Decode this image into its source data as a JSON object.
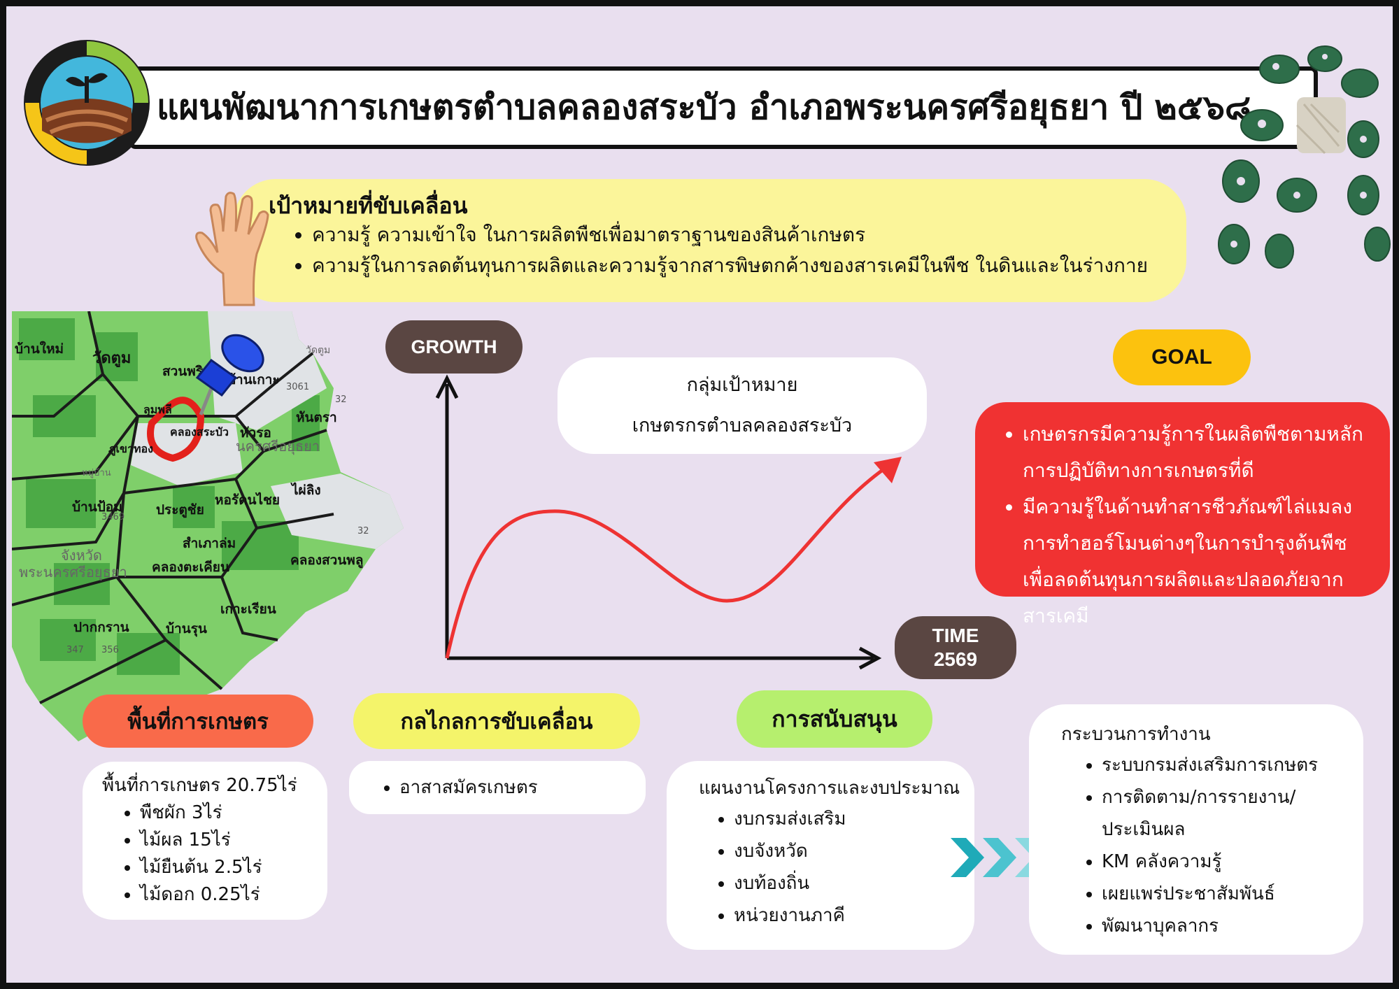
{
  "title": "แผนพัฒนาการเกษตรตำบลคลองสระบัว อำเภอพระนครศรีอยุธยา  ปี ๒๕๖๘",
  "goal_box": {
    "heading": "เป้าหมายที่ขับเคลื่อน",
    "items": [
      "ความรู้ ความเข้าใจ ในการผลิตพืชเพื่อมาตราฐานของสินค้าเกษตร",
      "ความรู้ในการลดต้นทุนการผลิตและความรู้จากสารพิษตกค้างของสารเคมีในพืช ในดินและในร่างกาย"
    ]
  },
  "map": {
    "labels": [
      "บ้านใหม่",
      "วัดตูม",
      "สวนพริก",
      "บ้านเกาะ",
      "ลุมพลี",
      "คลองสระบัว",
      "หัวรอ",
      "หันตรา",
      "ภูเขาทอง",
      "ไผ่ลิง",
      "บ้านป้อม",
      "ประตูชัย",
      "หอรัตนไชย",
      "สำเภาล่ม",
      "คลองตะเคียน",
      "คลองสวนพลู",
      "เกาะเรียน",
      "ปากกราน",
      "บ้านรุน"
    ],
    "background_text": [
      "วัดตูม",
      "หมู่บ้าน",
      "นครศรีอยุธยา",
      "จังหวัด",
      "พระนครศรีอยุธยา"
    ],
    "road_numbers": [
      "3061",
      "32",
      "3469",
      "32",
      "347",
      "356"
    ]
  },
  "chart": {
    "y_label": "GROWTH",
    "x_label_line1": "TIME",
    "x_label_line2": "2569",
    "goal_label": "GOAL"
  },
  "target_group": {
    "line1": "กลุ่มเป้าหมาย",
    "line2": "เกษตรกรตำบลคลองสระบัว"
  },
  "goal_card": {
    "items": [
      "เกษตรกรมีความรู้การในผลิตพืชตามหลักการปฏิบัติทางการเกษตรที่ดี",
      "มีความรู้ในด้านทำสารชีวภัณฑ์ไล่แมลง การทำฮอร์โมนต่างๆในการบำรุงต้นพืช เพื่อลดต้นทุนการผลิตและปลอดภัยจากสารเคมี"
    ]
  },
  "agri_area": {
    "label": "พื้นที่การเกษตร",
    "total": "พื้นที่การเกษตร 20.75ไร่",
    "items": [
      "พืชผัก 3ไร่",
      "ไม้ผล 15ไร่",
      "ไม้ยืนต้น 2.5ไร่",
      "ไม้ดอก 0.25ไร่"
    ]
  },
  "mechanism": {
    "label": "กลไกลการขับเคลื่อน",
    "items": [
      "อาสาสมัครเกษตร"
    ]
  },
  "support": {
    "label": "การสนับสนุน",
    "heading": "แผนงานโครงการและงบประมาณ",
    "items": [
      "งบกรมส่งเสริม",
      "งบจังหวัด",
      "งบท้องถิ่น",
      "หน่วยงานภาคี"
    ]
  },
  "process": {
    "heading": "กระบวนการทำงาน",
    "items": [
      "ระบบกรมส่งเสริมการเกษตร",
      "การติดตาม/การรายงาน/ประเมินผล",
      "KM คลังความรู้",
      "เผยแพร่ประชาสัมพันธ์",
      "พัฒนาบุคลากร"
    ]
  },
  "colors": {
    "background": "#e9dfef",
    "yellow_box": "#fbf59a",
    "goal_red": "#f03232",
    "goal_pill": "#fcc20e",
    "dark_pill": "#5a4642",
    "agri_pill": "#f96a4a",
    "mechanism_pill": "#f4f46a",
    "support_pill": "#b6ef6e",
    "curve": "#ee3333",
    "chevron": "#2fb6c2"
  },
  "icons": [
    "farm-logo-icon",
    "hand-icon",
    "plant-icon",
    "map-pin-icon",
    "chevron-arrows-icon"
  ]
}
